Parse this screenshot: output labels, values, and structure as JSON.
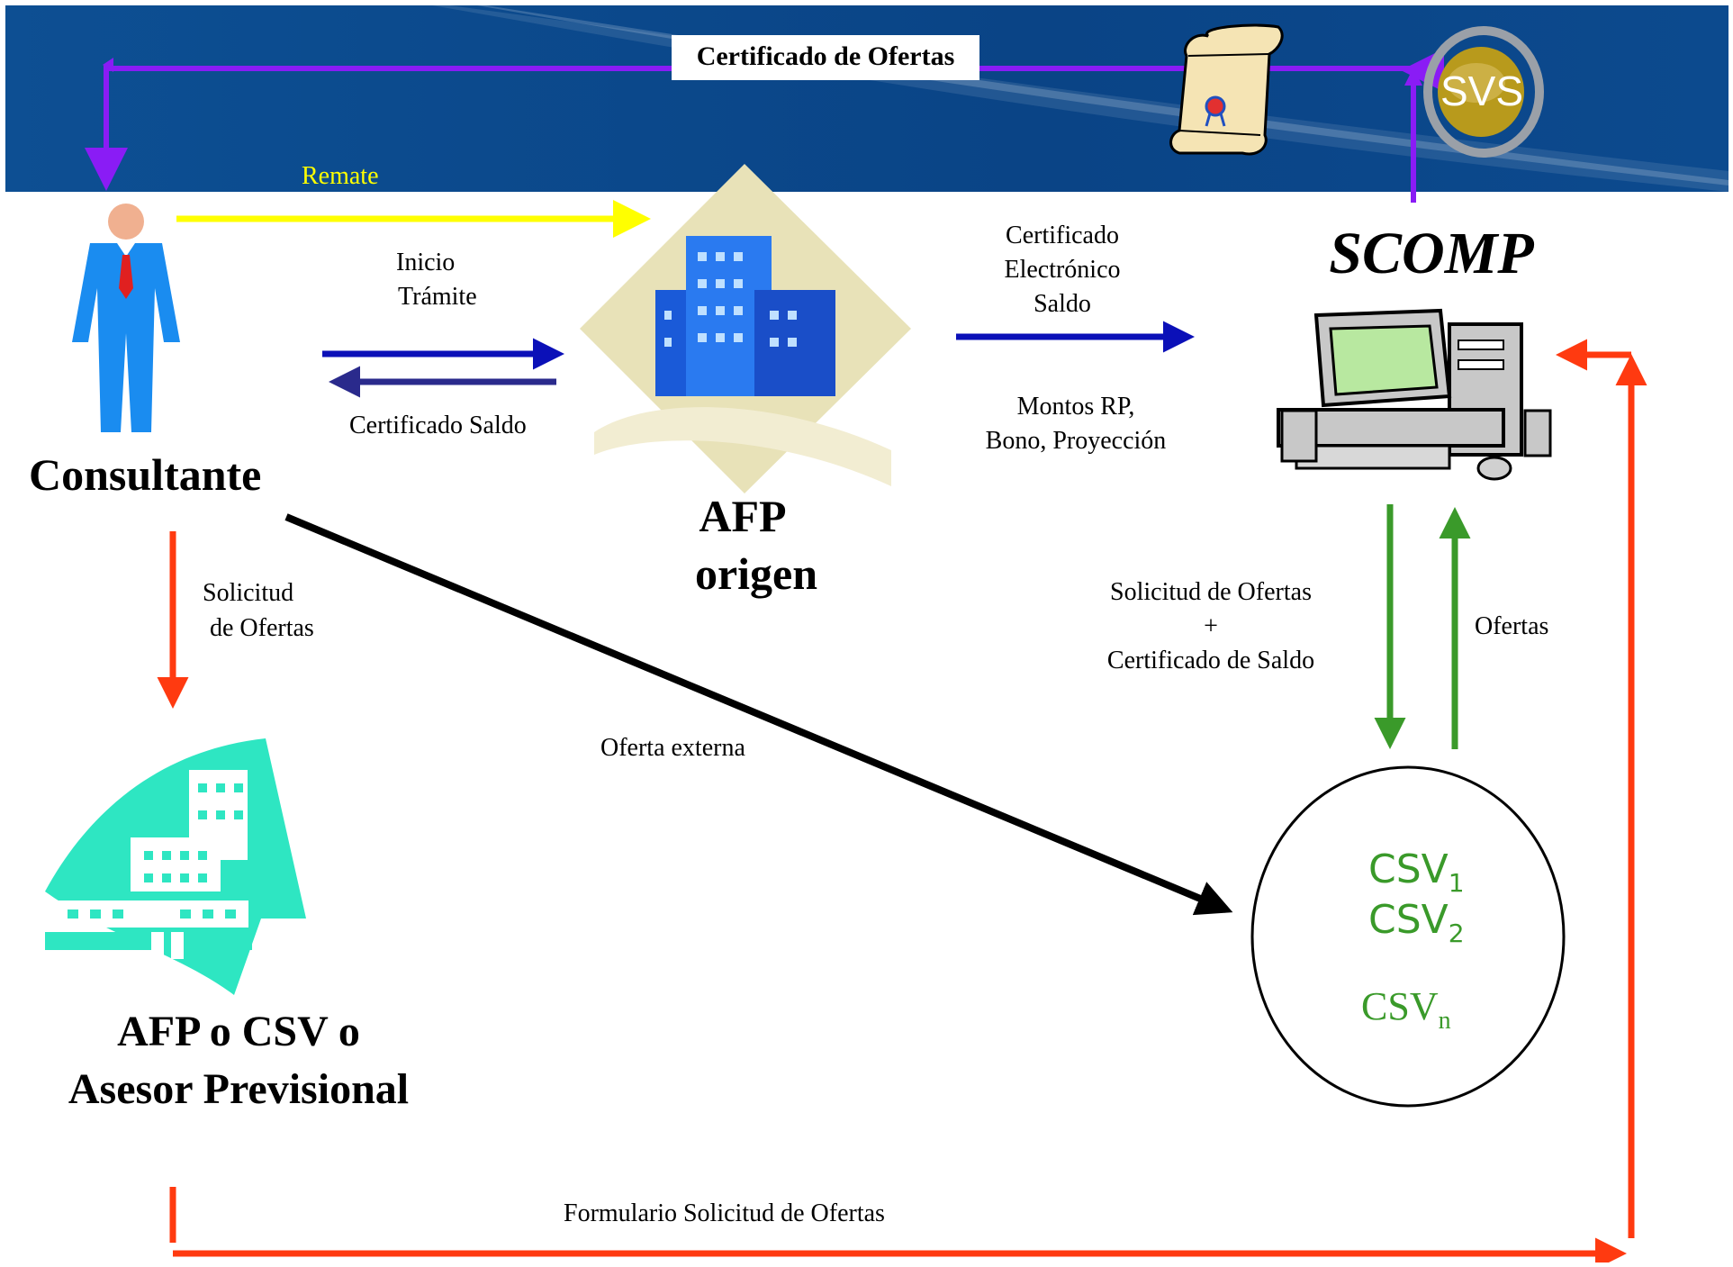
{
  "header": {
    "certificate_label": "Certificado de Ofertas",
    "svs_logo_text": "SVS"
  },
  "labels": {
    "remate": "Remate",
    "inicio": "Inicio",
    "tramite": "Trámite",
    "certificado_saldo": "Certificado Saldo",
    "cert_elec_1": "Certificado",
    "cert_elec_2": "Electrónico",
    "cert_elec_3": "Saldo",
    "montos_1": "Montos RP,",
    "montos_2": "Bono, Proyección",
    "scomp": "SCOMP",
    "consultante": "Consultante",
    "afp_origen_1": "AFP",
    "afp_origen_2": "origen",
    "solicitud_1": "Solicitud",
    "solicitud_2": "de Ofertas",
    "oferta_externa": "Oferta externa",
    "solicitud_ofertas_1": "Solicitud de Ofertas",
    "solicitud_ofertas_plus": "+",
    "solicitud_ofertas_2": "Certificado de Saldo",
    "ofertas": "Ofertas",
    "afp_csv_1": "AFP o CSV o",
    "afp_csv_2": "Asesor Previsional",
    "formulario": "Formulario Solicitud de Ofertas"
  },
  "csv_group": {
    "csv": "CSV",
    "sub_1": "1",
    "sub_2": "2",
    "sub_n": "n"
  },
  "colors": {
    "banner": "#0b4a8c",
    "purple": "#8a1cf5",
    "yellow": "#ffff00",
    "blue_arrow": "#0b10b8",
    "navy_arrow": "#2a2a8c",
    "red_arrow": "#ff3a10",
    "green_arrow": "#3a9a2a",
    "csv_green": "#3a9a2a"
  }
}
